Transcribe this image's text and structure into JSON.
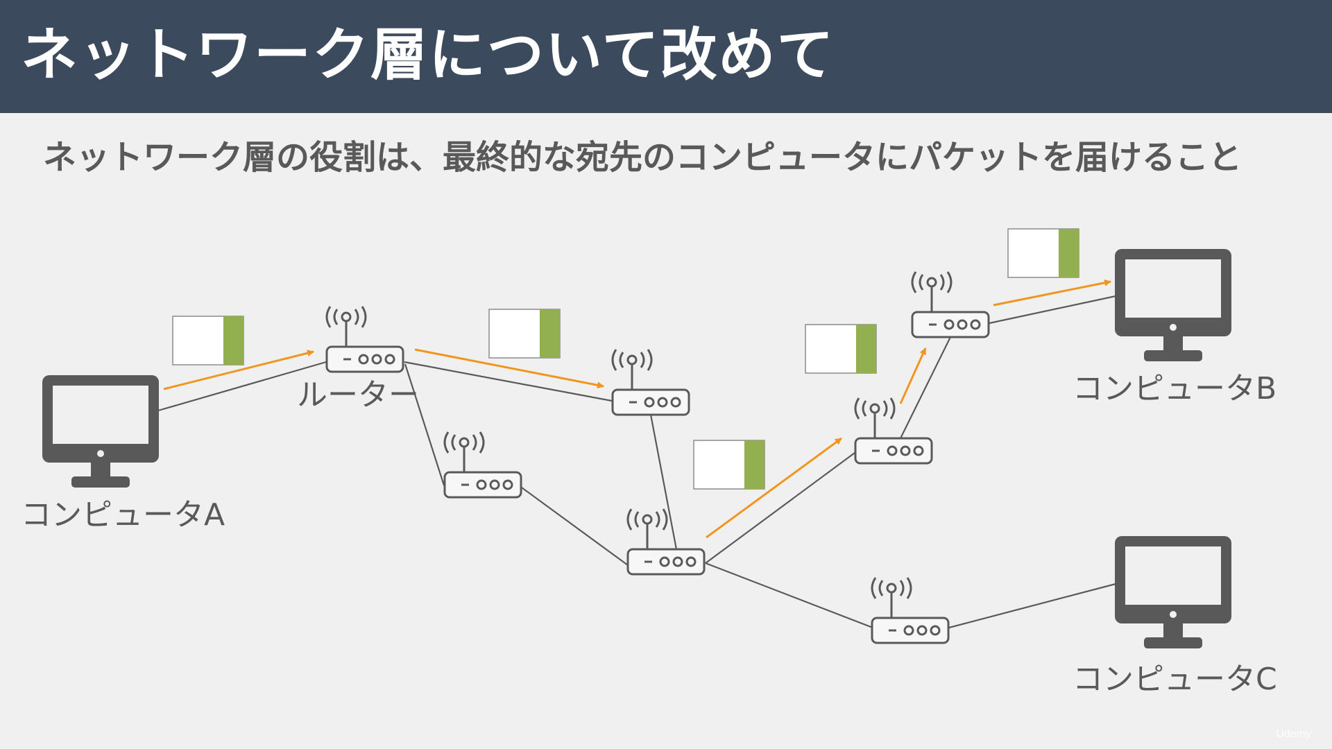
{
  "slide": {
    "title": "ネットワーク層について改めて",
    "subtitle": "ネットワーク層の役割は、最終的な宛先のコンピュータにパケットを届けること"
  },
  "diagram": {
    "labels": {
      "computer_a": "コンピュータA",
      "computer_b": "コンピュータB",
      "computer_c": "コンピュータC",
      "router": "ルーター"
    },
    "colors": {
      "arrow": "#f0961e",
      "packet_fill": "#92b04f",
      "device": "#595959",
      "link": "#595959"
    }
  },
  "branding": {
    "logo": "Udemy"
  }
}
